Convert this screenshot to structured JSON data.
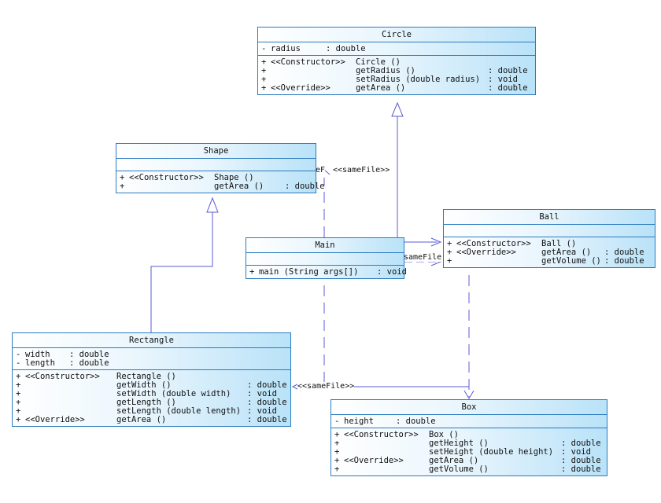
{
  "colors": {
    "border": "#2b7bbf",
    "fill_light": "#ffffff",
    "fill_dark": "#b9e2f8",
    "edge": "#5b5bd6"
  },
  "classes": {
    "circle": {
      "name": "Circle",
      "attributes": [
        {
          "vis": "-",
          "name": "radius",
          "type": ": double"
        }
      ],
      "operations": [
        {
          "vis": "+",
          "stereo": "<<Constructor>>",
          "sig": "Circle ()",
          "ret": ""
        },
        {
          "vis": "+",
          "stereo": "",
          "sig": "getRadius ()",
          "ret": ": double"
        },
        {
          "vis": "+",
          "stereo": "",
          "sig": "setRadius (double radius)",
          "ret": ": void"
        },
        {
          "vis": "+",
          "stereo": "<<Override>>",
          "sig": "getArea ()",
          "ret": ": double"
        }
      ]
    },
    "shape": {
      "name": "Shape",
      "attributes": [],
      "operations": [
        {
          "vis": "+",
          "stereo": "<<Constructor>>",
          "sig": "Shape ()",
          "ret": ""
        },
        {
          "vis": "+",
          "stereo": "",
          "sig": "getArea ()",
          "ret": ": double"
        }
      ]
    },
    "ball": {
      "name": "Ball",
      "attributes": [],
      "operations": [
        {
          "vis": "+",
          "stereo": "<<Constructor>>",
          "sig": "Ball ()",
          "ret": ""
        },
        {
          "vis": "+",
          "stereo": "<<Override>>",
          "sig": "getArea ()",
          "ret": ": double"
        },
        {
          "vis": "+",
          "stereo": "",
          "sig": "getVolume ()",
          "ret": ": double"
        }
      ]
    },
    "main": {
      "name": "Main",
      "attributes": [],
      "operations": [
        {
          "vis": "+",
          "stereo": "",
          "sig": "main (String args[])",
          "ret": ": void"
        }
      ]
    },
    "rectangle": {
      "name": "Rectangle",
      "attributes": [
        {
          "vis": "-",
          "name": "width",
          "type": ": double"
        },
        {
          "vis": "-",
          "name": "length",
          "type": ": double"
        }
      ],
      "operations": [
        {
          "vis": "+",
          "stereo": "<<Constructor>>",
          "sig": "Rectangle ()",
          "ret": ""
        },
        {
          "vis": "+",
          "stereo": "",
          "sig": "getWidth ()",
          "ret": ": double"
        },
        {
          "vis": "+",
          "stereo": "",
          "sig": "setWidth (double width)",
          "ret": ": void"
        },
        {
          "vis": "+",
          "stereo": "",
          "sig": "getLength ()",
          "ret": ": double"
        },
        {
          "vis": "+",
          "stereo": "",
          "sig": "setLength (double length)",
          "ret": ": void"
        },
        {
          "vis": "+",
          "stereo": "<<Override>>",
          "sig": "getArea ()",
          "ret": ": double"
        }
      ]
    },
    "box": {
      "name": "Box",
      "attributes": [
        {
          "vis": "-",
          "name": "height",
          "type": ": double"
        }
      ],
      "operations": [
        {
          "vis": "+",
          "stereo": "<<Constructor>>",
          "sig": "Box ()",
          "ret": ""
        },
        {
          "vis": "+",
          "stereo": "",
          "sig": "getHeight ()",
          "ret": ": double"
        },
        {
          "vis": "+",
          "stereo": "",
          "sig": "setHeight (double height)",
          "ret": ": void"
        },
        {
          "vis": "+",
          "stereo": "<<Override>>",
          "sig": "getArea ()",
          "ret": ": double"
        },
        {
          "vis": "+",
          "stereo": "",
          "sig": "getVolume ()",
          "ret": ": double"
        }
      ]
    }
  },
  "edge_labels": {
    "circle_dep": "<<sameFile>>",
    "circle_dep_clipped": "eF",
    "ball_dep": "sameFile",
    "rect_dep": "<<sameFile>>"
  }
}
